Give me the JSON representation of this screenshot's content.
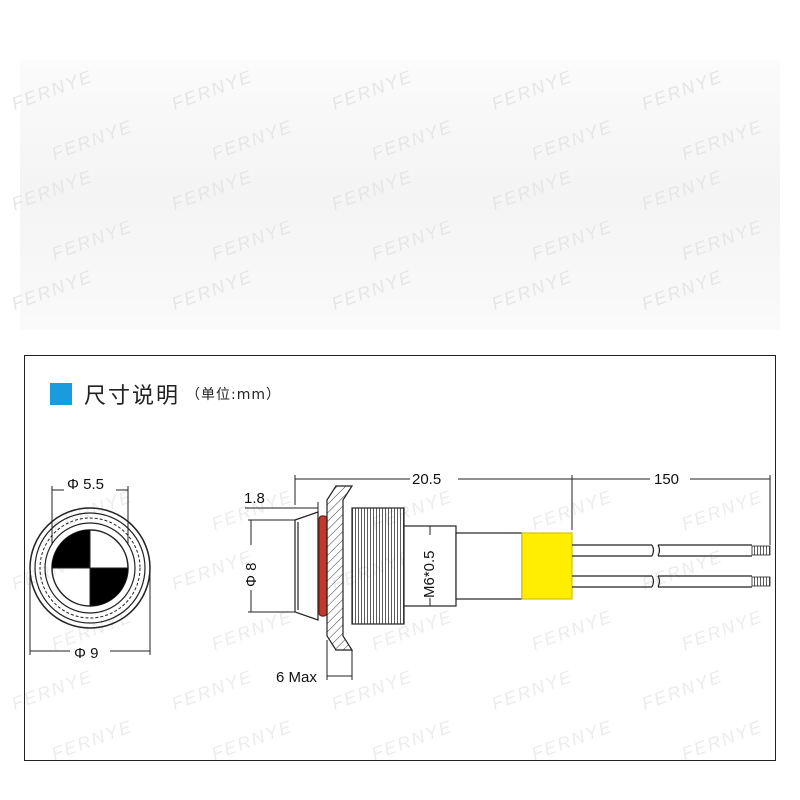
{
  "watermark": "FERNYE",
  "header": {
    "title": "尺寸说明",
    "unit": "（单位:mm）",
    "accent_color": "#1a9bde"
  },
  "dimensions": {
    "front_inner_dia": "Φ 5.5",
    "front_outer_dia": "Φ 9",
    "bezel_thickness": "1.8",
    "body_dia": "Φ 8",
    "panel_max": "6 Max",
    "thread": "M6*0.5",
    "total_length": "20.5",
    "lead_length": "150"
  },
  "colors": {
    "o_ring": "#c0392b",
    "heat_shrink": "#ffee00",
    "line": "#222222"
  }
}
